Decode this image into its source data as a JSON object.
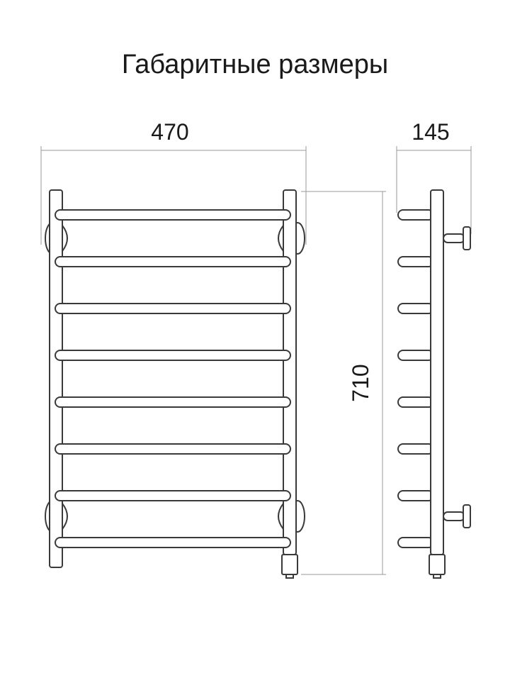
{
  "title": "Габаритные размеры",
  "dimensions": {
    "width": "470",
    "depth": "145",
    "height": "710"
  }
}
